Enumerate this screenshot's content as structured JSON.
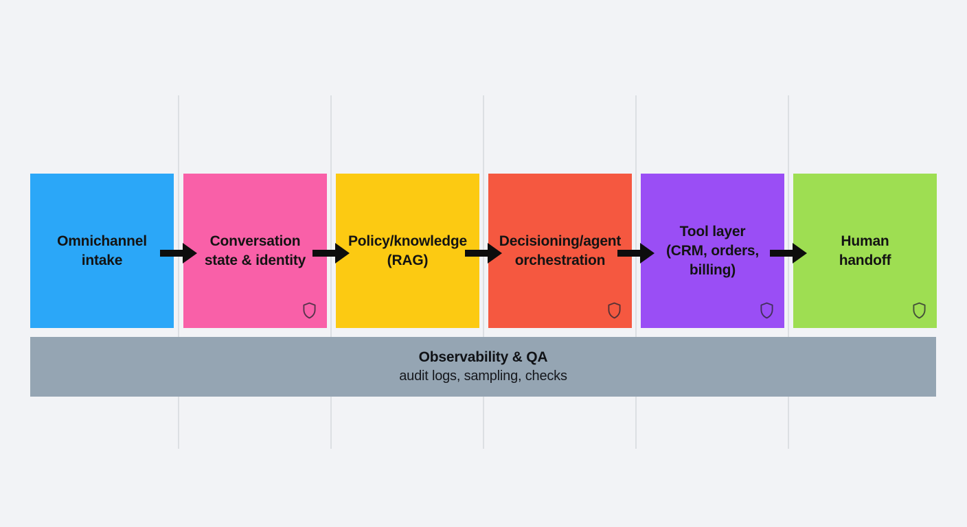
{
  "colors": {
    "background": "#f2f3f6",
    "separator_line": "#dcdfe3",
    "arrow": "#0d0d0d",
    "observability_bar": "#95a5b3",
    "stage_blue": "#2ba7f8",
    "stage_pink": "#f960a8",
    "stage_yellow": "#fcca12",
    "stage_red": "#f55840",
    "stage_purple": "#9a4ef5",
    "stage_green": "#9ede52"
  },
  "stages": [
    {
      "label": "Omnichannel\nintake",
      "color": "#2ba7f8",
      "shield": false
    },
    {
      "label": "Conversation\nstate & identity",
      "color": "#f960a8",
      "shield": true
    },
    {
      "label": "Policy/knowledge\n(RAG)",
      "color": "#fcca12",
      "shield": false
    },
    {
      "label": "Decisioning/agent\norchestration",
      "color": "#f55840",
      "shield": true
    },
    {
      "label": "Tool layer\n(CRM, orders,\nbilling)",
      "color": "#9a4ef5",
      "shield": true
    },
    {
      "label": "Human\nhandoff",
      "color": "#9ede52",
      "shield": true
    }
  ],
  "observability_bar": {
    "title": "Observability & QA",
    "subtitle": "audit logs, sampling, checks",
    "color": "#95a5b3"
  }
}
